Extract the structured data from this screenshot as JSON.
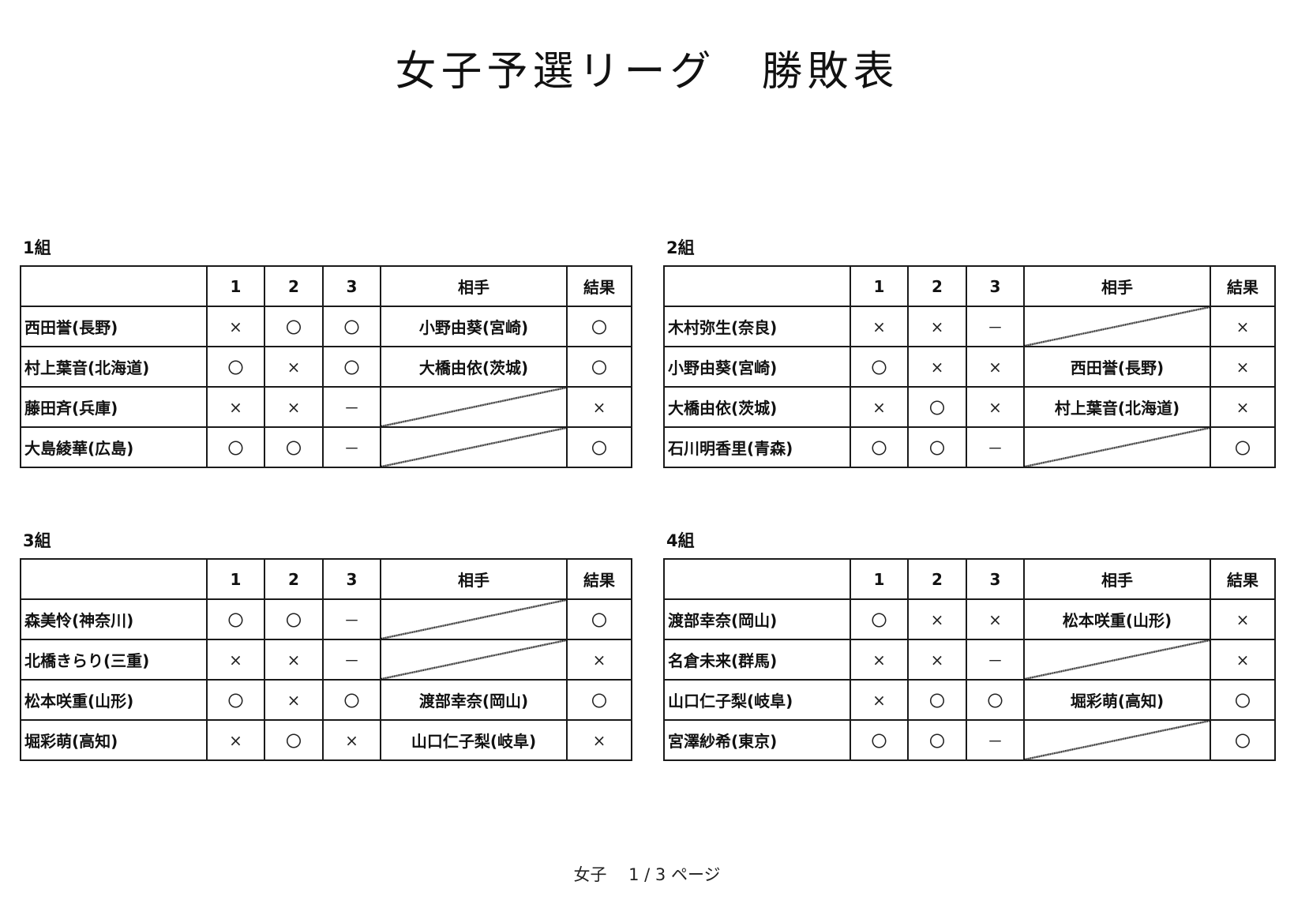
{
  "title": "女子予選リーグ　勝敗表",
  "header": {
    "col1": "1",
    "col2": "2",
    "col3": "3",
    "opponent": "相手",
    "result": "結果"
  },
  "groups": [
    {
      "label": "1組",
      "rows": [
        {
          "name": "西田誉(長野)",
          "m1": "×",
          "m2": "〇",
          "m3": "〇",
          "opponent": "小野由葵(宮崎)",
          "result": "〇"
        },
        {
          "name": "村上葉音(北海道)",
          "m1": "〇",
          "m2": "×",
          "m3": "〇",
          "opponent": "大橋由依(茨城)",
          "result": "〇"
        },
        {
          "name": "藤田斉(兵庫)",
          "m1": "×",
          "m2": "×",
          "m3": "－",
          "opponent": null,
          "result": "×"
        },
        {
          "name": "大島綾華(広島)",
          "m1": "〇",
          "m2": "〇",
          "m3": "－",
          "opponent": null,
          "result": "〇"
        }
      ]
    },
    {
      "label": "2組",
      "rows": [
        {
          "name": "木村弥生(奈良)",
          "m1": "×",
          "m2": "×",
          "m3": "－",
          "opponent": null,
          "result": "×"
        },
        {
          "name": "小野由葵(宮崎)",
          "m1": "〇",
          "m2": "×",
          "m3": "×",
          "opponent": "西田誉(長野)",
          "result": "×"
        },
        {
          "name": "大橋由依(茨城)",
          "m1": "×",
          "m2": "〇",
          "m3": "×",
          "opponent": "村上葉音(北海道)",
          "result": "×"
        },
        {
          "name": "石川明香里(青森)",
          "m1": "〇",
          "m2": "〇",
          "m3": "－",
          "opponent": null,
          "result": "〇"
        }
      ]
    },
    {
      "label": "3組",
      "rows": [
        {
          "name": "森美怜(神奈川)",
          "m1": "〇",
          "m2": "〇",
          "m3": "－",
          "opponent": null,
          "result": "〇"
        },
        {
          "name": "北橋きらり(三重)",
          "m1": "×",
          "m2": "×",
          "m3": "－",
          "opponent": null,
          "result": "×"
        },
        {
          "name": "松本咲重(山形)",
          "m1": "〇",
          "m2": "×",
          "m3": "〇",
          "opponent": "渡部幸奈(岡山)",
          "result": "〇"
        },
        {
          "name": "堀彩萌(高知)",
          "m1": "×",
          "m2": "〇",
          "m3": "×",
          "opponent": "山口仁子梨(岐阜)",
          "result": "×"
        }
      ]
    },
    {
      "label": "4組",
      "rows": [
        {
          "name": "渡部幸奈(岡山)",
          "m1": "〇",
          "m2": "×",
          "m3": "×",
          "opponent": "松本咲重(山形)",
          "result": "×"
        },
        {
          "name": "名倉未来(群馬)",
          "m1": "×",
          "m2": "×",
          "m3": "－",
          "opponent": null,
          "result": "×"
        },
        {
          "name": "山口仁子梨(岐阜)",
          "m1": "×",
          "m2": "〇",
          "m3": "〇",
          "opponent": "堀彩萌(高知)",
          "result": "〇"
        },
        {
          "name": "宮澤紗希(東京)",
          "m1": "〇",
          "m2": "〇",
          "m3": "－",
          "opponent": null,
          "result": "〇"
        }
      ]
    }
  ],
  "footer": "女子　 1 / 3 ページ"
}
